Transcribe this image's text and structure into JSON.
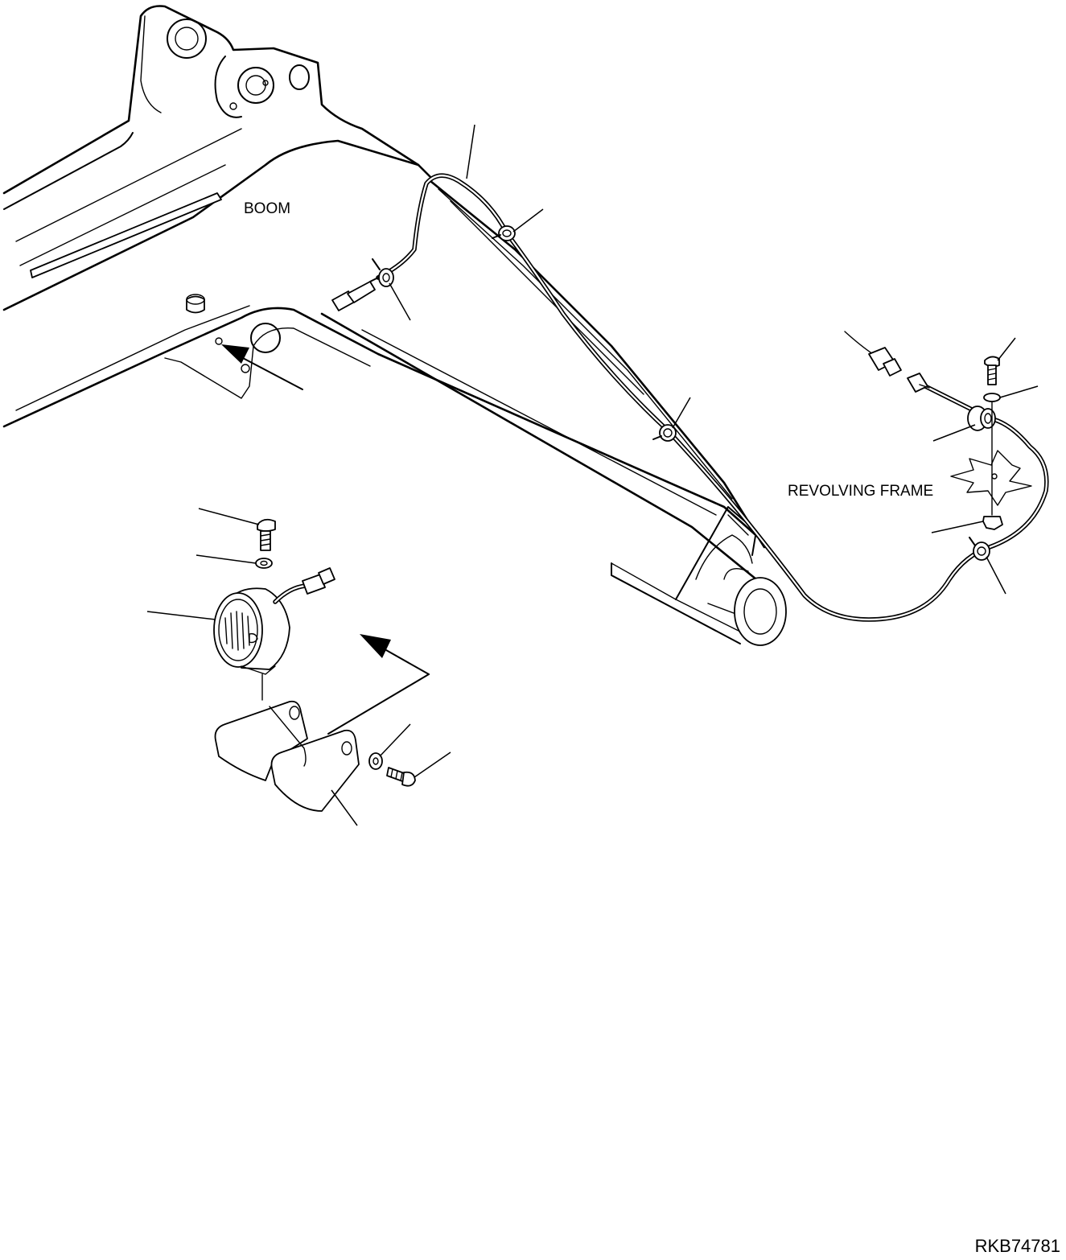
{
  "labels": {
    "boom": "BOOM",
    "revolving_frame": "REVOLVING FRAME",
    "drawing_number": "RKB74781"
  }
}
